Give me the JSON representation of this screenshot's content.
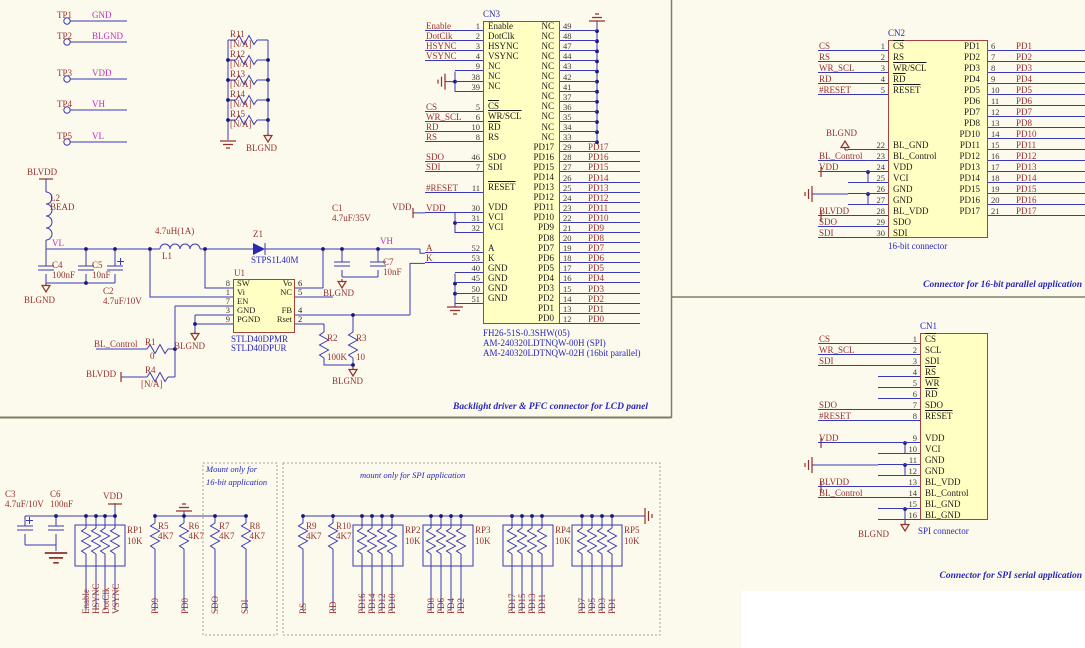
{
  "palette": {
    "background": "#fcfaec",
    "wire": "#3939b6",
    "symbol": "#93302c",
    "net_label": "#993030",
    "net_label_alt": "#c02ec0",
    "part_text": "#2626bd",
    "connector_fill": "#ffffc4",
    "connector_border": "#a34242"
  },
  "tp": [
    {
      "ref": "TP1",
      "net": "GND"
    },
    {
      "ref": "TP2",
      "net": "BLGND"
    },
    {
      "ref": "TP3",
      "net": "VDD"
    },
    {
      "ref": "TP4",
      "net": "VH"
    },
    {
      "ref": "TP5",
      "net": "VL"
    }
  ],
  "ladder": {
    "resistors": [
      {
        "ref": "R11",
        "val": "[N/A]"
      },
      {
        "ref": "R12",
        "val": "[N/A]"
      },
      {
        "ref": "R13",
        "val": "[N/A]"
      },
      {
        "ref": "R14",
        "val": "[N/A]"
      },
      {
        "ref": "R15",
        "val": "[N/A]"
      }
    ],
    "gnd_label": "BLGND"
  },
  "bl": {
    "blvdd": "BLVDD",
    "l2r": "L2",
    "l2v": "BEAD",
    "vl": "VL",
    "c4r": "C4",
    "c4v": "100nF",
    "c5r": "C5",
    "c5v": "10nF",
    "c2r": "C2",
    "c2v": "4.7uF/10V",
    "gnd1": "BLGND",
    "l1v": "4.7uH(1A)",
    "l1r": "L1",
    "z1r": "Z1",
    "z1p": "STPS1L40M",
    "c1r": "C1",
    "c1v": "4.7uF/35V",
    "vh": "VH",
    "c7r": "C7",
    "c7v": "10nF",
    "gnd2": "BLGND",
    "vdd": "VDD",
    "blc": "BL_Control",
    "r1r": "R1",
    "r1v": "0",
    "blvdd2": "BLVDD",
    "r4r": "R4",
    "r4v": "[N/A]",
    "gnd3": "BLGND",
    "r2r": "R2",
    "r2v": "100K",
    "r3r": "R3",
    "r3v": "10",
    "gnd4": "BLGND",
    "u1": {
      "ref": "U1",
      "parts": [
        "STLD40DPMR",
        "STLD40DPUR"
      ],
      "left": [
        {
          "num": "8",
          "name": "SW"
        },
        {
          "num": "1",
          "name": "Vi"
        },
        {
          "num": "7",
          "name": "EN"
        },
        {
          "num": "3",
          "name": "GND"
        },
        {
          "num": "9",
          "name": "PGND"
        }
      ],
      "right": [
        {
          "num": "6",
          "name": "Vo"
        },
        {
          "num": "5",
          "name": "NC"
        },
        {},
        {
          "num": "4",
          "name": "FB"
        },
        {
          "num": "2",
          "name": "Rset"
        }
      ]
    }
  },
  "cn3": {
    "ref": "CN3",
    "section": "Backlight driver & PFC connector for LCD panel",
    "footer": [
      "FH26-51S-0.3SHW(05)",
      "AM-240320LDTNQW-00H (SPI)",
      "AM-240320LDTNQW-02H (16bit parallel)"
    ],
    "left": [
      {
        "ext": "Enable",
        "num": "1",
        "name": "Enable",
        "w": 1
      },
      {
        "ext": "DotClk",
        "num": "2",
        "name": "DotClk",
        "w": 1
      },
      {
        "ext": "HSYNC",
        "num": "3",
        "name": "HSYNC",
        "w": 1
      },
      {
        "ext": "VSYNC",
        "num": "4",
        "name": "VSYNC",
        "w": 1
      },
      {
        "num": "9",
        "name": "NC",
        "w": 1,
        "s": 1
      },
      {
        "num": "38",
        "name": "NC",
        "w": 1,
        "s": 1
      },
      {
        "num": "39",
        "name": "NC",
        "w": 1,
        "s": 1
      },
      {},
      {
        "ext": "CS",
        "num": "5",
        "name": "CS",
        "w": 1,
        "b": 1
      },
      {
        "ext": "WR_SCL",
        "num": "6",
        "name": "WR/SCL",
        "w": 1,
        "b": 1
      },
      {
        "ext": "RD",
        "num": "10",
        "name": "RD",
        "w": 1,
        "b": 1
      },
      {
        "ext": "RS",
        "num": "8",
        "name": "RS",
        "w": 1
      },
      {},
      {
        "ext": "SDO",
        "num": "46",
        "name": "SDO",
        "w": 1
      },
      {
        "ext": "SDI",
        "num": "7",
        "name": "SDI",
        "w": 1
      },
      {},
      {
        "ext": "#RESET",
        "num": "11",
        "name": "RESET",
        "w": 1,
        "b": 1
      },
      {},
      {
        "ext": "VDD",
        "num": "30",
        "name": "VDD",
        "w": 1
      },
      {
        "num": "31",
        "name": "VCI",
        "w": 1,
        "s": 1
      },
      {
        "num": "32",
        "name": "VCI",
        "w": 1,
        "s": 1
      },
      {},
      {
        "ext": "A",
        "num": "52",
        "name": "A",
        "w": 1
      },
      {
        "ext": "K",
        "num": "53",
        "name": "K",
        "w": 1
      },
      {
        "num": "40",
        "name": "GND",
        "w": 1,
        "s": 1
      },
      {
        "num": "45",
        "name": "GND",
        "w": 1,
        "s": 1
      },
      {
        "num": "50",
        "name": "GND",
        "w": 1,
        "s": 1
      },
      {
        "num": "51",
        "name": "GND",
        "w": 1,
        "s": 1
      },
      {},
      {}
    ],
    "right": [
      {
        "num": "49",
        "name": "NC",
        "w": 1,
        "e": 1
      },
      {
        "num": "48",
        "name": "NC",
        "w": 1,
        "e": 1
      },
      {
        "num": "47",
        "name": "NC",
        "w": 1,
        "e": 1
      },
      {
        "num": "44",
        "name": "NC",
        "w": 1,
        "e": 1
      },
      {
        "num": "43",
        "name": "NC",
        "w": 1,
        "e": 1
      },
      {
        "num": "42",
        "name": "NC",
        "w": 1,
        "e": 1
      },
      {
        "num": "41",
        "name": "NC",
        "w": 1,
        "e": 1
      },
      {
        "num": "37",
        "name": "NC",
        "w": 1,
        "e": 1
      },
      {
        "num": "36",
        "name": "NC",
        "w": 1,
        "e": 1
      },
      {
        "num": "35",
        "name": "NC",
        "w": 1,
        "e": 1
      },
      {
        "num": "34",
        "name": "NC",
        "w": 1,
        "e": 1
      },
      {
        "num": "33",
        "name": "NC",
        "w": 1,
        "e": 1
      },
      {
        "num": "29",
        "name": "PD17",
        "ext": "PD17",
        "w": 1
      },
      {
        "num": "28",
        "name": "PD16",
        "ext": "PD16",
        "w": 1
      },
      {
        "num": "27",
        "name": "PD15",
        "ext": "PD15",
        "w": 1
      },
      {
        "num": "26",
        "name": "PD14",
        "ext": "PD14",
        "w": 1
      },
      {
        "num": "25",
        "name": "PD13",
        "ext": "PD13",
        "w": 1
      },
      {
        "num": "24",
        "name": "PD12",
        "ext": "PD12",
        "w": 1
      },
      {
        "num": "23",
        "name": "PD11",
        "ext": "PD11",
        "w": 1
      },
      {
        "num": "22",
        "name": "PD10",
        "ext": "PD10",
        "w": 1
      },
      {
        "num": "21",
        "name": "PD9",
        "ext": "PD9",
        "w": 1
      },
      {
        "num": "20",
        "name": "PD8",
        "ext": "PD8",
        "w": 1
      },
      {
        "num": "19",
        "name": "PD7",
        "ext": "PD7",
        "w": 1
      },
      {
        "num": "18",
        "name": "PD6",
        "ext": "PD6",
        "w": 1
      },
      {
        "num": "17",
        "name": "PD5",
        "ext": "PD5",
        "w": 1
      },
      {
        "num": "16",
        "name": "PD4",
        "ext": "PD4",
        "w": 1
      },
      {
        "num": "15",
        "name": "PD3",
        "ext": "PD3",
        "w": 1
      },
      {
        "num": "14",
        "name": "PD2",
        "ext": "PD2",
        "w": 1
      },
      {
        "num": "13",
        "name": "PD1",
        "ext": "PD1",
        "w": 1
      },
      {
        "num": "12",
        "name": "PD0",
        "ext": "PD0",
        "w": 1
      }
    ]
  },
  "cn2": {
    "ref": "CN2",
    "caption": "16-bit connector",
    "gnd_label": "BLGND",
    "section": "Connector for 16-bit parallel application",
    "left": [
      {
        "ext": "CS",
        "num": "1",
        "name": "CS",
        "w": 1,
        "b": 1
      },
      {
        "ext": "RS",
        "num": "2",
        "name": "RS",
        "w": 1
      },
      {
        "ext": "WR_SCL",
        "num": "3",
        "name": "WR/SCL",
        "w": 1,
        "b": 1
      },
      {
        "ext": "RD",
        "num": "4",
        "name": "RD",
        "w": 1,
        "b": 1
      },
      {
        "ext": "#RESET",
        "num": "5",
        "name": "RESET",
        "w": 1,
        "b": 1
      },
      {},
      {},
      {},
      {},
      {
        "num": "22",
        "name": "BL_GND",
        "w": 1,
        "s": 1
      },
      {
        "ext": "BL_Control",
        "num": "23",
        "name": "BL_Control",
        "w": 1
      },
      {
        "ext": "VDD",
        "num": "24",
        "name": "VDD",
        "w": 1
      },
      {
        "num": "25",
        "name": "VCI",
        "w": 1,
        "s": 1
      },
      {
        "num": "26",
        "name": "GND",
        "w": 1,
        "s": 1
      },
      {
        "num": "27",
        "name": "GND",
        "w": 1,
        "s": 1
      },
      {
        "ext": "BLVDD",
        "num": "28",
        "name": "BL_VDD",
        "w": 1
      },
      {
        "ext": "SDO",
        "num": "29",
        "name": "SDO",
        "w": 1
      },
      {
        "ext": "SDI",
        "num": "30",
        "name": "SDI",
        "w": 1
      }
    ],
    "right": [
      {
        "num": "6",
        "name": "PD1",
        "ext": "PD1",
        "w": 1
      },
      {
        "num": "7",
        "name": "PD2",
        "ext": "PD2",
        "w": 1
      },
      {
        "num": "8",
        "name": "PD3",
        "ext": "PD3",
        "w": 1
      },
      {
        "num": "9",
        "name": "PD4",
        "ext": "PD4",
        "w": 1
      },
      {
        "num": "10",
        "name": "PD5",
        "ext": "PD5",
        "w": 1
      },
      {
        "num": "11",
        "name": "PD6",
        "ext": "PD6",
        "w": 1
      },
      {
        "num": "12",
        "name": "PD7",
        "ext": "PD7",
        "w": 1
      },
      {
        "num": "13",
        "name": "PD8",
        "ext": "PD8",
        "w": 1
      },
      {
        "num": "14",
        "name": "PD10",
        "ext": "PD10",
        "w": 1
      },
      {
        "num": "15",
        "name": "PD11",
        "ext": "PD11",
        "w": 1
      },
      {
        "num": "16",
        "name": "PD12",
        "ext": "PD12",
        "w": 1
      },
      {
        "num": "17",
        "name": "PD13",
        "ext": "PD13",
        "w": 1
      },
      {
        "num": "18",
        "name": "PD14",
        "ext": "PD14",
        "w": 1
      },
      {
        "num": "19",
        "name": "PD15",
        "ext": "PD15",
        "w": 1
      },
      {
        "num": "20",
        "name": "PD16",
        "ext": "PD16",
        "w": 1
      },
      {
        "num": "21",
        "name": "PD17",
        "ext": "PD17",
        "w": 1
      },
      {},
      {}
    ]
  },
  "cn1": {
    "ref": "CN1",
    "caption": "SPI connector",
    "gnd_label": "BLGND",
    "section": "Connector for SPI serial application",
    "left": [
      {
        "ext": "CS",
        "num": "1",
        "name": "CS",
        "w": 1,
        "b": 1
      },
      {
        "ext": "WR_SCL",
        "num": "2",
        "name": "SCL",
        "w": 1
      },
      {
        "ext": "SDI",
        "num": "3",
        "name": "SDI",
        "w": 1
      },
      {
        "num": "4",
        "name": "RS",
        "w": 1,
        "s": 1,
        "b": 1
      },
      {
        "num": "5",
        "name": "WR",
        "w": 1,
        "s": 1,
        "b": 1
      },
      {
        "num": "6",
        "name": "RD",
        "w": 1,
        "s": 1,
        "b": 1
      },
      {
        "ext": "SDO",
        "num": "7",
        "name": "SDO",
        "w": 1
      },
      {
        "ext": "#RESET",
        "num": "8",
        "name": "RESET",
        "w": 1,
        "b": 1
      },
      {},
      {
        "ext": "VDD",
        "num": "9",
        "name": "VDD",
        "w": 1
      },
      {
        "num": "10",
        "name": "VCI",
        "w": 1,
        "s": 1
      },
      {
        "num": "11",
        "name": "GND",
        "w": 1,
        "s": 1
      },
      {
        "num": "12",
        "name": "GND",
        "w": 1,
        "s": 1
      },
      {
        "ext": "BLVDD",
        "num": "13",
        "name": "BL_VDD",
        "w": 1
      },
      {
        "ext": "BL_Control",
        "num": "14",
        "name": "BL_Control",
        "w": 1
      },
      {
        "num": "15",
        "name": "BL_GND",
        "w": 1,
        "s": 1
      },
      {
        "num": "16",
        "name": "BL_GND",
        "w": 1,
        "s": 1
      }
    ]
  },
  "bottom": {
    "c3": {
      "ref": "C3",
      "val": "4.7uF/10V"
    },
    "c6": {
      "ref": "C6",
      "val": "100nF"
    },
    "vdd": "VDD",
    "rp1": {
      "ref": "RP1",
      "val": "10K",
      "nets": [
        "Enable",
        "HSYNC",
        "DotClk",
        "VSYNC"
      ]
    },
    "r58": [
      {
        "ref": "R5",
        "val": "4K7"
      },
      {
        "ref": "R6",
        "val": "4K7"
      },
      {
        "ref": "R7",
        "val": "4K7"
      },
      {
        "ref": "R8",
        "val": "4K7"
      }
    ],
    "r58_nets": [
      "PD9",
      "PD0",
      "SDO",
      "SDI"
    ],
    "note_16bit": [
      "Mount only for",
      "16-bit application"
    ],
    "note_spi": "mount only for SPI application",
    "r910": [
      {
        "ref": "R9",
        "val": "4K7"
      },
      {
        "ref": "R10",
        "val": "4K7"
      }
    ],
    "r910_nets": [
      "RS",
      "RD"
    ],
    "rp2": {
      "ref": "RP2",
      "val": "10K",
      "nets": [
        "PD16",
        "PD14",
        "PD12",
        "PD10"
      ]
    },
    "rp3": {
      "ref": "RP3",
      "val": "10K",
      "nets": [
        "PD8",
        "PD6",
        "PD4",
        "PD2"
      ]
    },
    "rp4": {
      "ref": "RP4",
      "val": "10K",
      "nets": [
        "PD17",
        "PD15",
        "PD13",
        "PD11"
      ]
    },
    "rp5": {
      "ref": "RP5",
      "val": "10K",
      "nets": [
        "PD7",
        "PD5",
        "PD3",
        "PD1"
      ]
    }
  }
}
